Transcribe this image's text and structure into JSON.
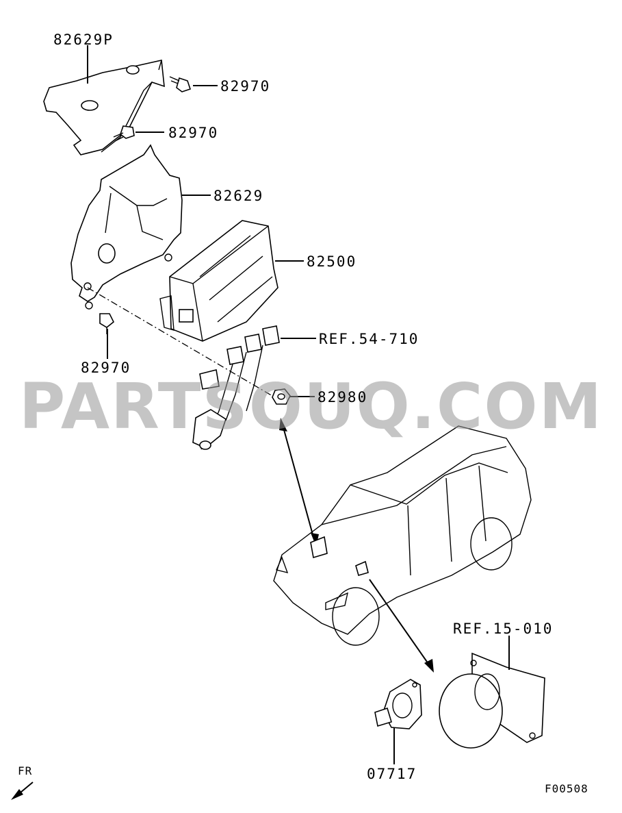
{
  "labels": {
    "bracket_upper": "82629P",
    "bolt_a": "82970",
    "bolt_b": "82970",
    "bracket_lower": "82629",
    "ecu": "82500",
    "ref_harness": "REF.54-710",
    "bolt_c": "82970",
    "nut": "82980",
    "ref_throttle": "REF.15-010",
    "sensor": "07717"
  },
  "front_marker": "FR",
  "figure_code": "F00508",
  "watermark": "PARTSOUQ.COM",
  "icons": [
    "front-direction-arrow-icon",
    "vehicle-silhouette-icon"
  ]
}
